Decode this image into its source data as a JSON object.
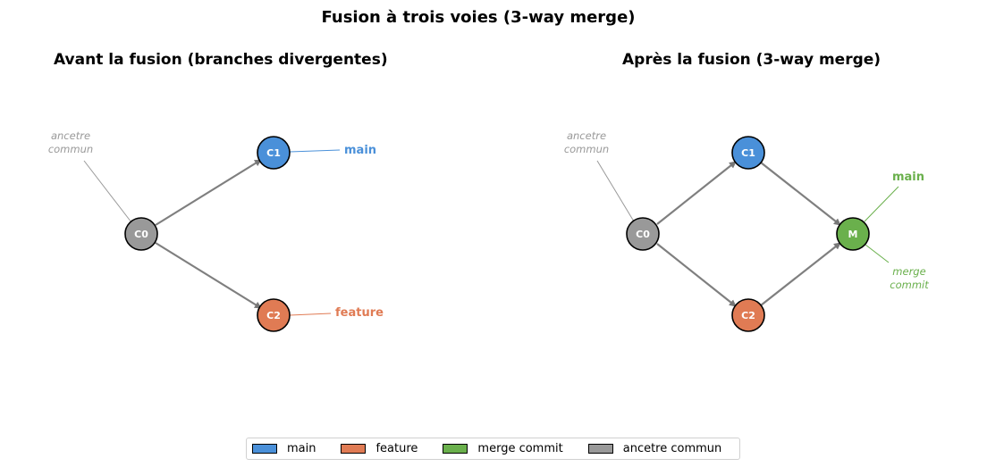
{
  "title": "Fusion à trois voies (3-way merge)",
  "panels": [
    {
      "title": "Avant la fusion (branches divergentes)",
      "commits": [
        {
          "id": "C0",
          "color": "#999999"
        },
        {
          "id": "C1",
          "color": "#4a90d9"
        },
        {
          "id": "C2",
          "color": "#e07b54"
        }
      ],
      "annotations": {
        "ancestor": "ancetre\ncommun",
        "main": "main",
        "feature": "feature"
      }
    },
    {
      "title": "Après la fusion (3-way merge)",
      "commits": [
        {
          "id": "C0",
          "color": "#999999"
        },
        {
          "id": "C1",
          "color": "#4a90d9"
        },
        {
          "id": "C2",
          "color": "#e07b54"
        },
        {
          "id": "M",
          "color": "#6ab04c"
        }
      ],
      "annotations": {
        "ancestor": "ancetre\ncommun",
        "main": "main",
        "merge": "merge\ncommit"
      }
    }
  ],
  "legend": [
    {
      "label": "main",
      "color": "#4a90d9"
    },
    {
      "label": "feature",
      "color": "#e07b54"
    },
    {
      "label": "merge commit",
      "color": "#6ab04c"
    },
    {
      "label": "ancetre commun",
      "color": "#999999"
    }
  ]
}
